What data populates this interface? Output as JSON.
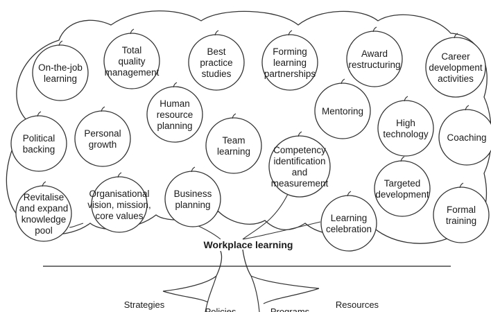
{
  "title": "Workplace learning",
  "fruits": [
    {
      "id": "on-the-job-learning",
      "lines": [
        "On-the-job",
        "learning"
      ]
    },
    {
      "id": "total-quality-management",
      "lines": [
        "Total",
        "quality",
        "management"
      ]
    },
    {
      "id": "best-practice-studies",
      "lines": [
        "Best",
        "practice",
        "studies"
      ]
    },
    {
      "id": "forming-learning-partnerships",
      "lines": [
        "Forming",
        "learning",
        "partnerships"
      ]
    },
    {
      "id": "award-restructuring",
      "lines": [
        "Award",
        "restructuring"
      ]
    },
    {
      "id": "career-development-activities",
      "lines": [
        "Career",
        "development",
        "activities"
      ]
    },
    {
      "id": "political-backing",
      "lines": [
        "Political",
        "backing"
      ]
    },
    {
      "id": "personal-growth",
      "lines": [
        "Personal",
        "growth"
      ]
    },
    {
      "id": "human-resource-planning",
      "lines": [
        "Human",
        "resource",
        "planning"
      ]
    },
    {
      "id": "team-learning",
      "lines": [
        "Team",
        "learning"
      ]
    },
    {
      "id": "mentoring",
      "lines": [
        "Mentoring"
      ]
    },
    {
      "id": "high-technology",
      "lines": [
        "High",
        "technology"
      ]
    },
    {
      "id": "coaching",
      "lines": [
        "Coaching"
      ]
    },
    {
      "id": "competency-identification",
      "lines": [
        "Competency",
        "identification",
        "and",
        "measurement"
      ]
    },
    {
      "id": "targeted-development",
      "lines": [
        "Targeted",
        "development"
      ]
    },
    {
      "id": "revitalise-knowledge-pool",
      "lines": [
        "Revitalise",
        "and expand",
        "knowledge",
        "pool"
      ]
    },
    {
      "id": "organisational-vision",
      "lines": [
        "Organisational",
        "vision, mission,",
        "core values"
      ]
    },
    {
      "id": "business-planning",
      "lines": [
        "Business",
        "planning"
      ]
    },
    {
      "id": "learning-celebration",
      "lines": [
        "Learning",
        "celebration"
      ]
    },
    {
      "id": "formal-training",
      "lines": [
        "Formal",
        "training"
      ]
    }
  ],
  "roots": [
    {
      "id": "strategies",
      "label": "Strategies"
    },
    {
      "id": "policies",
      "label": "Policies"
    },
    {
      "id": "programs",
      "label": "Programs"
    },
    {
      "id": "resources",
      "label": "Resources"
    }
  ]
}
